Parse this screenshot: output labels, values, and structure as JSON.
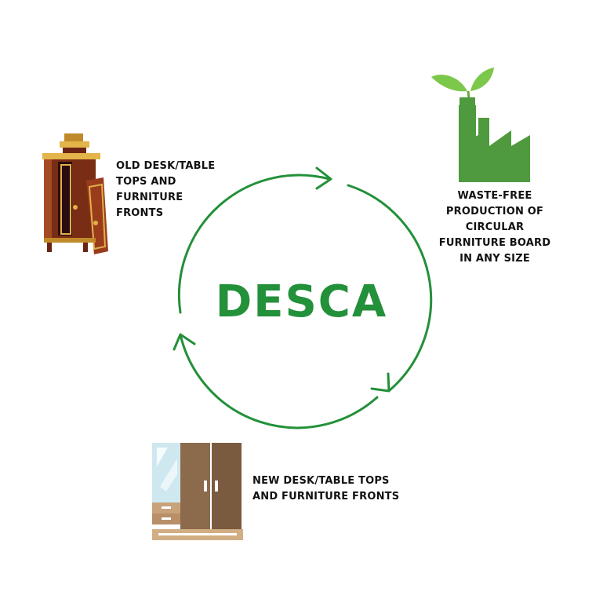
{
  "title": "DESCA",
  "colors": {
    "accent": "#23903a",
    "text": "#111111"
  },
  "nodes": [
    {
      "icon": "old-cabinet-icon",
      "label": "OLD DESK/TABLE\nTOPS AND\nFURNITURE\nFRONTS"
    },
    {
      "icon": "eco-factory-icon",
      "label": "WASTE-FREE\nPRODUCTION OF\nCIRCULAR\nFURNITURE BOARD\nIN ANY SIZE"
    },
    {
      "icon": "new-wardrobe-icon",
      "label": "NEW DESK/TABLE TOPS\nAND FURNITURE FRONTS"
    }
  ]
}
